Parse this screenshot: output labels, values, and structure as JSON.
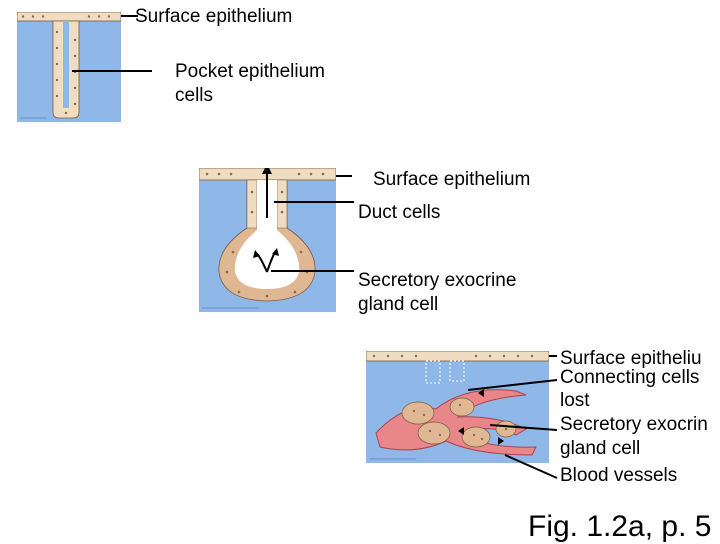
{
  "colors": {
    "tissue_blue": "#8fb8e8",
    "epithelium_fill": "#f0dcc0",
    "gland_fill": "#dfb792",
    "vessel_red": "#e8868a",
    "nucleus": "#8a6a50",
    "leader": "#000000"
  },
  "panel_a": {
    "surface_label": "Surface epithelium",
    "pocket_label_line1": "Pocket epithelium",
    "pocket_label_line2": "cells"
  },
  "panel_b": {
    "surface_label": "Surface epithelium",
    "duct_label": "Duct cells",
    "secretory_label_line1": "Secretory exocrine",
    "secretory_label_line2": "gland cell"
  },
  "panel_c": {
    "surface_label": "Surface epitheliu",
    "connecting_label_line1": "Connecting cells",
    "connecting_label_line2": "lost",
    "secretory_label_line1": "Secretory exocrin",
    "secretory_label_line2": "gland cell",
    "vessels_label": "Blood vessels"
  },
  "caption": "Fig. 1.2a, p. 5"
}
